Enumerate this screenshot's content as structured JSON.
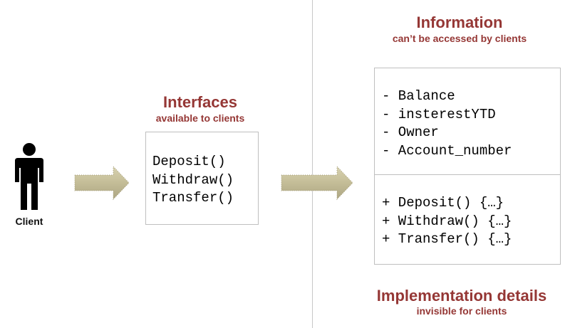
{
  "client": {
    "label": "Client",
    "icon": "person-icon",
    "icon_color": "#000000"
  },
  "interfaces": {
    "title": "Interfaces",
    "subtitle": "available to clients",
    "items": [
      "Deposit()",
      "Withdraw()",
      "Transfer()"
    ]
  },
  "information": {
    "title": "Information",
    "subtitle": "can’t be accessed by clients",
    "attributes": [
      "- Balance",
      "- insterestYTD",
      "- Owner",
      "- Account_number"
    ],
    "methods": [
      "+ Deposit() {…}",
      "+ Withdraw() {…}",
      "+ Transfer() {…}"
    ]
  },
  "implementation": {
    "title": "Implementation details",
    "subtitle": "invisible for clients"
  },
  "colors": {
    "heading": "#953735",
    "arrow_fill": "#c4bd97",
    "box_border": "#bfbfbf",
    "divider": "#c8c8c8"
  },
  "icons": {
    "arrow": "right-arrow-icon"
  }
}
